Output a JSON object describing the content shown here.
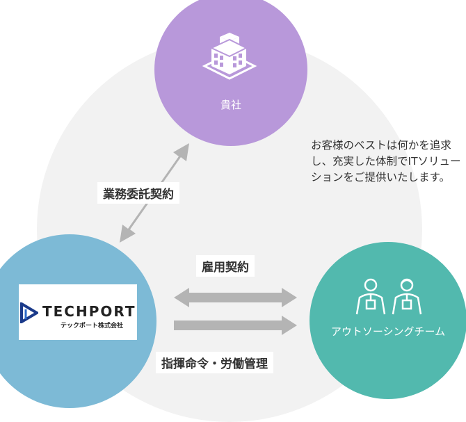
{
  "client": {
    "label": "貴社",
    "icon": "building-icon"
  },
  "techport": {
    "logo_text": "TECHPORT",
    "logo_subtext": "テックポート株式会社"
  },
  "team": {
    "label": "アウトソーシングチーム",
    "icon": "people-icon"
  },
  "relations": {
    "outsourcing_contract": "業務委託契約",
    "employment_contract": "雇用契約",
    "command_management": "指揮命令・労働管理"
  },
  "message": "お客様のベストは何かを追求し、充実した体制でITソリューションをご提供いたします。",
  "colors": {
    "client": "#b898da",
    "techport": "#7dbad6",
    "team": "#52b9ae",
    "arrow": "#b4b4b4",
    "background_circle": "#f2f2f2"
  }
}
